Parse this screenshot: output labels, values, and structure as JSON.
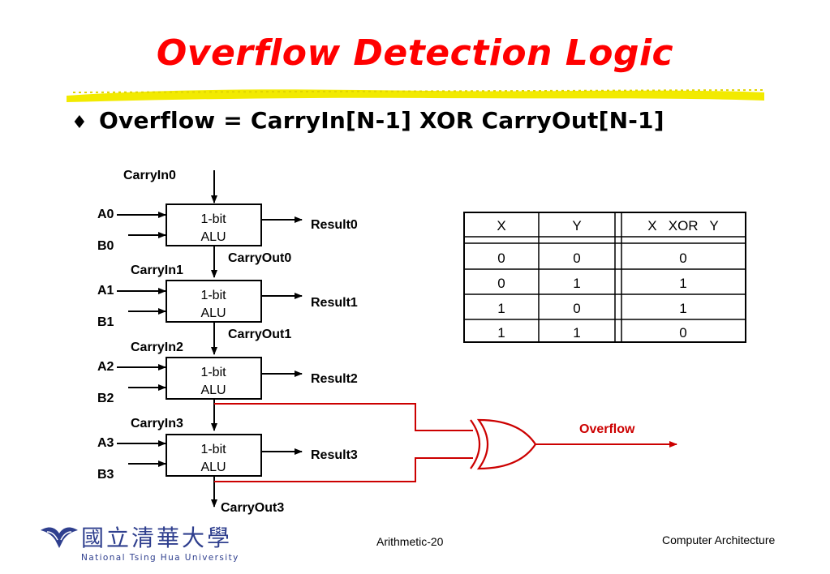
{
  "slide": {
    "title": "Overflow Detection Logic",
    "bullet_symbol": "♦",
    "formula": "Overflow = CarryIn[N-1] XOR CarryOut[N-1]",
    "colors": {
      "title": "#ff0000",
      "underline": "#f2ea00",
      "overflow": "#cc0000",
      "logo": "#2f3f8e"
    }
  },
  "circuit": {
    "carry_in_top": "CarryIn0",
    "alu_label_line1": "1-bit",
    "alu_label_line2": "ALU",
    "stages": [
      {
        "a": "A0",
        "b": "B0",
        "result": "Result0",
        "carry_out": "CarryOut0",
        "next_carry_in": "CarryIn1"
      },
      {
        "a": "A1",
        "b": "B1",
        "result": "Result1",
        "carry_out": "CarryOut1",
        "next_carry_in": "CarryIn2"
      },
      {
        "a": "A2",
        "b": "B2",
        "result": "Result2",
        "carry_out": "",
        "next_carry_in": "CarryIn3"
      },
      {
        "a": "A3",
        "b": "B3",
        "result": "Result3",
        "carry_out": "CarryOut3",
        "next_carry_in": ""
      }
    ],
    "overflow_label": "Overflow"
  },
  "truth_table": {
    "headers": [
      "X",
      "Y",
      "X   XOR   Y"
    ],
    "rows": [
      [
        "0",
        "0",
        "0"
      ],
      [
        "0",
        "1",
        "1"
      ],
      [
        "1",
        "0",
        "1"
      ],
      [
        "1",
        "1",
        "0"
      ]
    ]
  },
  "footer": {
    "logo_chinese": "國立清華大學",
    "logo_english": "National Tsing Hua University",
    "page": "Arithmetic-20",
    "course": "Computer Architecture"
  }
}
